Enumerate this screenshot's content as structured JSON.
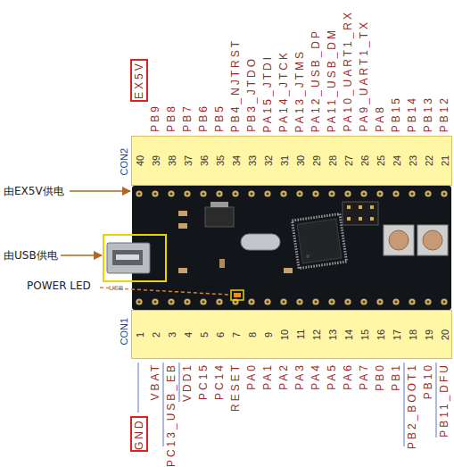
{
  "diagram": {
    "nodes": [
      {
        "text": [
          "EX5V"
        ]
      },
      {
        "text": [
          "40",
          "39",
          "38",
          "37",
          "36",
          "35",
          "34",
          "33",
          "32",
          "31",
          "30",
          "29",
          "28",
          "27",
          "26",
          "25",
          "24",
          "23",
          "22",
          "21"
        ]
      },
      {
        "text": [
          "1",
          "2",
          "3",
          "4",
          "5",
          "6",
          "7",
          "8",
          "9",
          "10",
          "11",
          "12",
          "13",
          "14",
          "15",
          "16",
          "17",
          "18",
          "19",
          "20"
        ]
      },
      {
        "text": [
          "GND"
        ]
      }
    ],
    "labels": [
      "CON2",
      "PB9",
      "PB8",
      "PB7",
      "PB6",
      "PB5",
      "PB4_NJTRST",
      "PB3_JTDO",
      "PA15_JTDI",
      "PA14_JTCK",
      "PA13_JTMS",
      "PA12_USB_DP",
      "PA11_USB_DM",
      "PA10_UART1_RX",
      "PA9_UART1_TX",
      "PA8",
      "PB15",
      "PB14",
      "PB13",
      "PB12",
      "由EX5V供电",
      "由USB供电",
      "POWER LED",
      "USB",
      "CON1",
      "VBAT",
      "PC13_USB_EB",
      "VDD1",
      "PC15",
      "PC14",
      "RESET",
      "PA0",
      "PA1",
      "PA2",
      "PA3",
      "PA4",
      "PA5",
      "PA6",
      "PA7",
      "PB0",
      "PB1",
      "PB2_BOOT1",
      "PB10",
      "PB11_DFU"
    ]
  }
}
